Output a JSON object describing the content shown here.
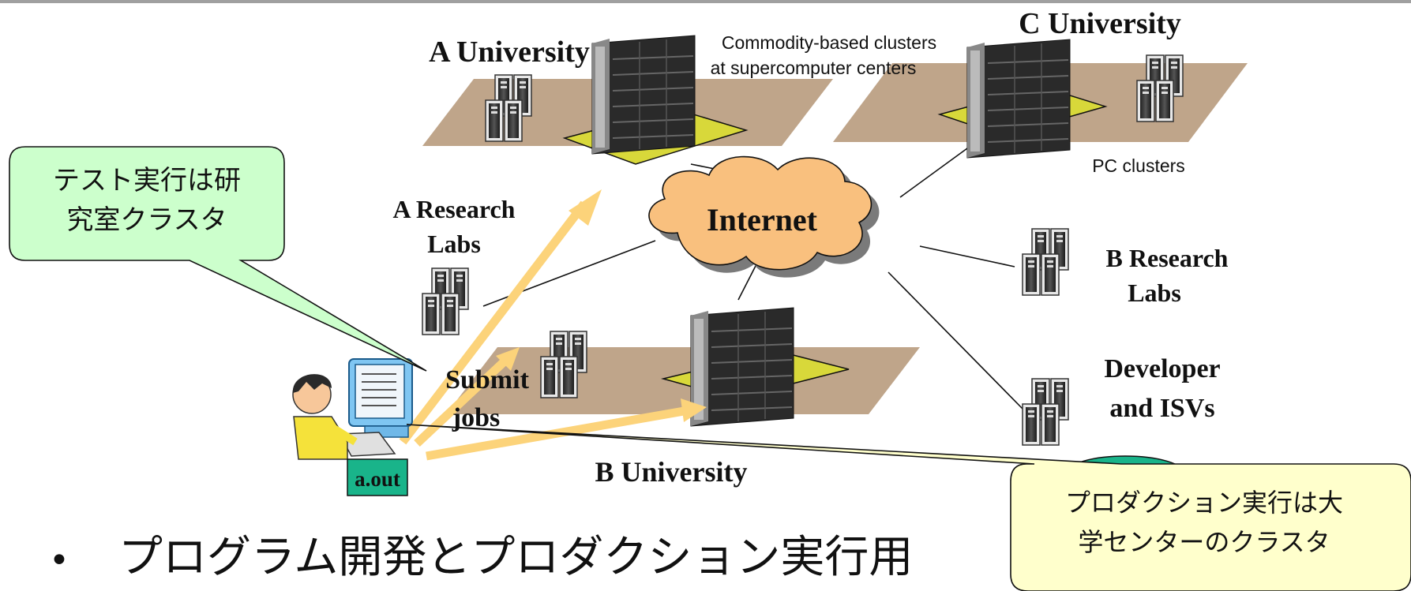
{
  "labels": {
    "a_university": "A University",
    "c_university": "C University",
    "b_university": "B University",
    "commodity_line1": "Commodity-based clusters",
    "commodity_line2": "at supercomputer centers",
    "pc_clusters": "PC clusters",
    "internet": "Internet",
    "a_research_line1": "A Research",
    "a_research_line2": "Labs",
    "b_research_line1": "B Research",
    "b_research_line2": "Labs",
    "developer_line1": "Developer",
    "developer_line2": "and ISVs",
    "submit_line1": "Submit",
    "submit_line2": "jobs",
    "aout": "a.out"
  },
  "callouts": {
    "green_line1": "テスト実行は研",
    "green_line2": "究室クラスタ",
    "yellow_line1": "プロダクション実行は大",
    "yellow_line2": "学センターのクラスタ"
  },
  "bullet": {
    "marker": "•",
    "text": "プログラム開発とプロダクション実行用"
  },
  "colors": {
    "platform": "#bfa58a",
    "pad": "#d8d83a",
    "cloud": "#f9c07e",
    "arrow": "#fcd37a",
    "green_callout": "#ccffcc",
    "yellow_callout": "#ffffcc",
    "aout_box": "#19b48a"
  }
}
